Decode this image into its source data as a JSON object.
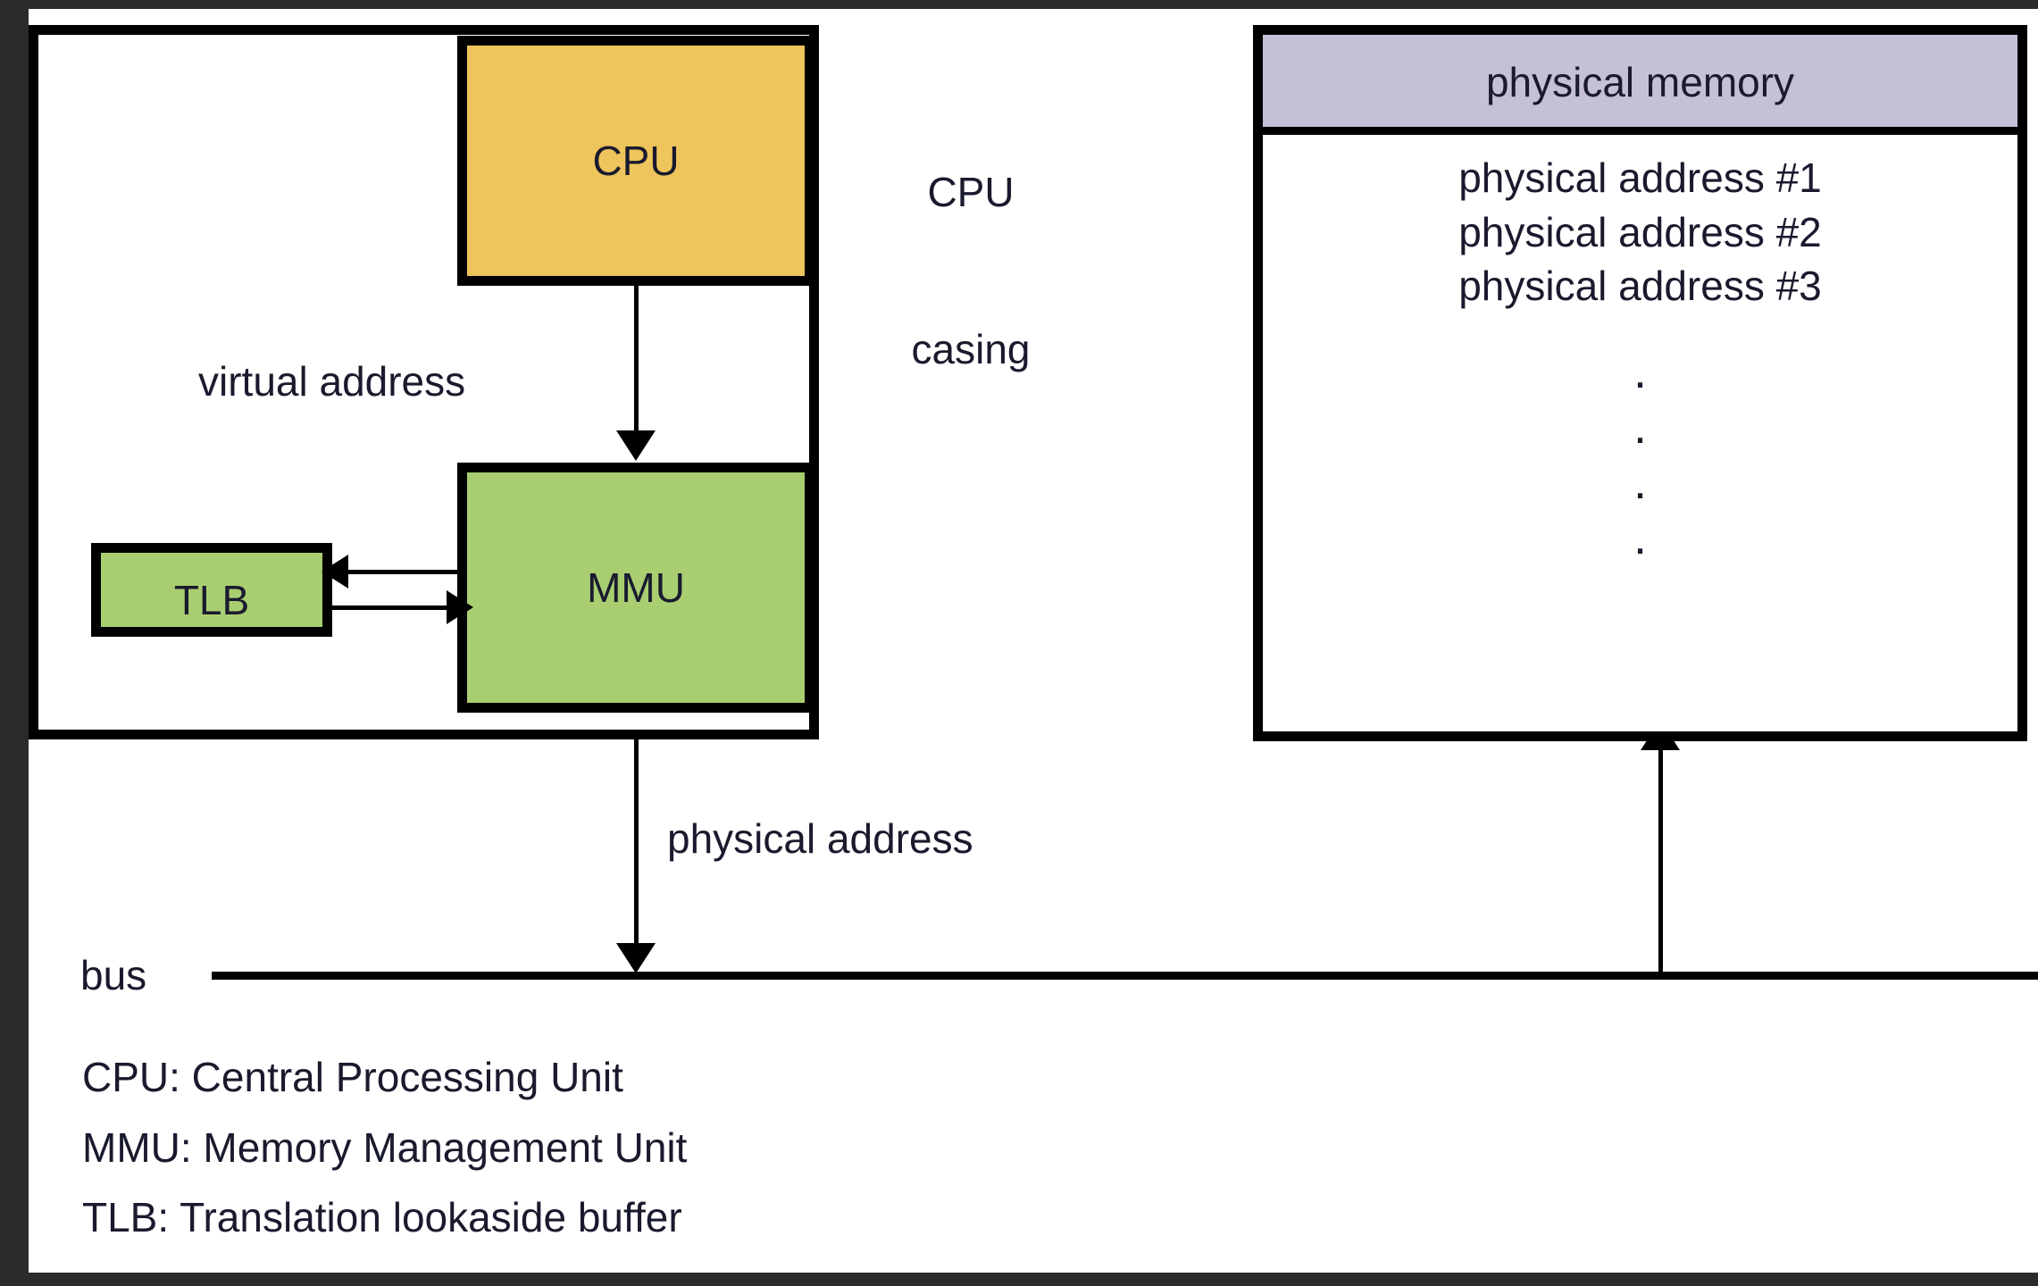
{
  "diagram": {
    "title": "CPU / MMU / TLB virtual-to-physical address translation",
    "colors": {
      "cpu_fill": "#EEC55C",
      "mmu_fill": "#A9CE71",
      "tlb_fill": "#A9CE71",
      "memory_header_fill": "#C6C0D6",
      "outline": "#000000",
      "background": "#FFFFFF",
      "page_border": "#2B2B2B",
      "text": "#1A1A2E"
    },
    "nodes": {
      "cpu_casing_label": "CPU\ncasing",
      "cpu_casing_label_line1": "CPU",
      "cpu_casing_label_line2": "casing",
      "cpu": "CPU",
      "mmu": "MMU",
      "tlb": "TLB",
      "bus": "bus"
    },
    "edges": {
      "virtual_address": "virtual address",
      "physical_address": "physical address"
    },
    "memory": {
      "header": "physical memory",
      "rows": [
        "physical address #1",
        "physical address #2",
        "physical address #3"
      ],
      "ellipsis_dots": [
        ".",
        ".",
        ".",
        "."
      ]
    },
    "legend": [
      "CPU: Central Processing Unit",
      "MMU: Memory Management Unit",
      "TLB: Translation lookaside buffer"
    ]
  }
}
